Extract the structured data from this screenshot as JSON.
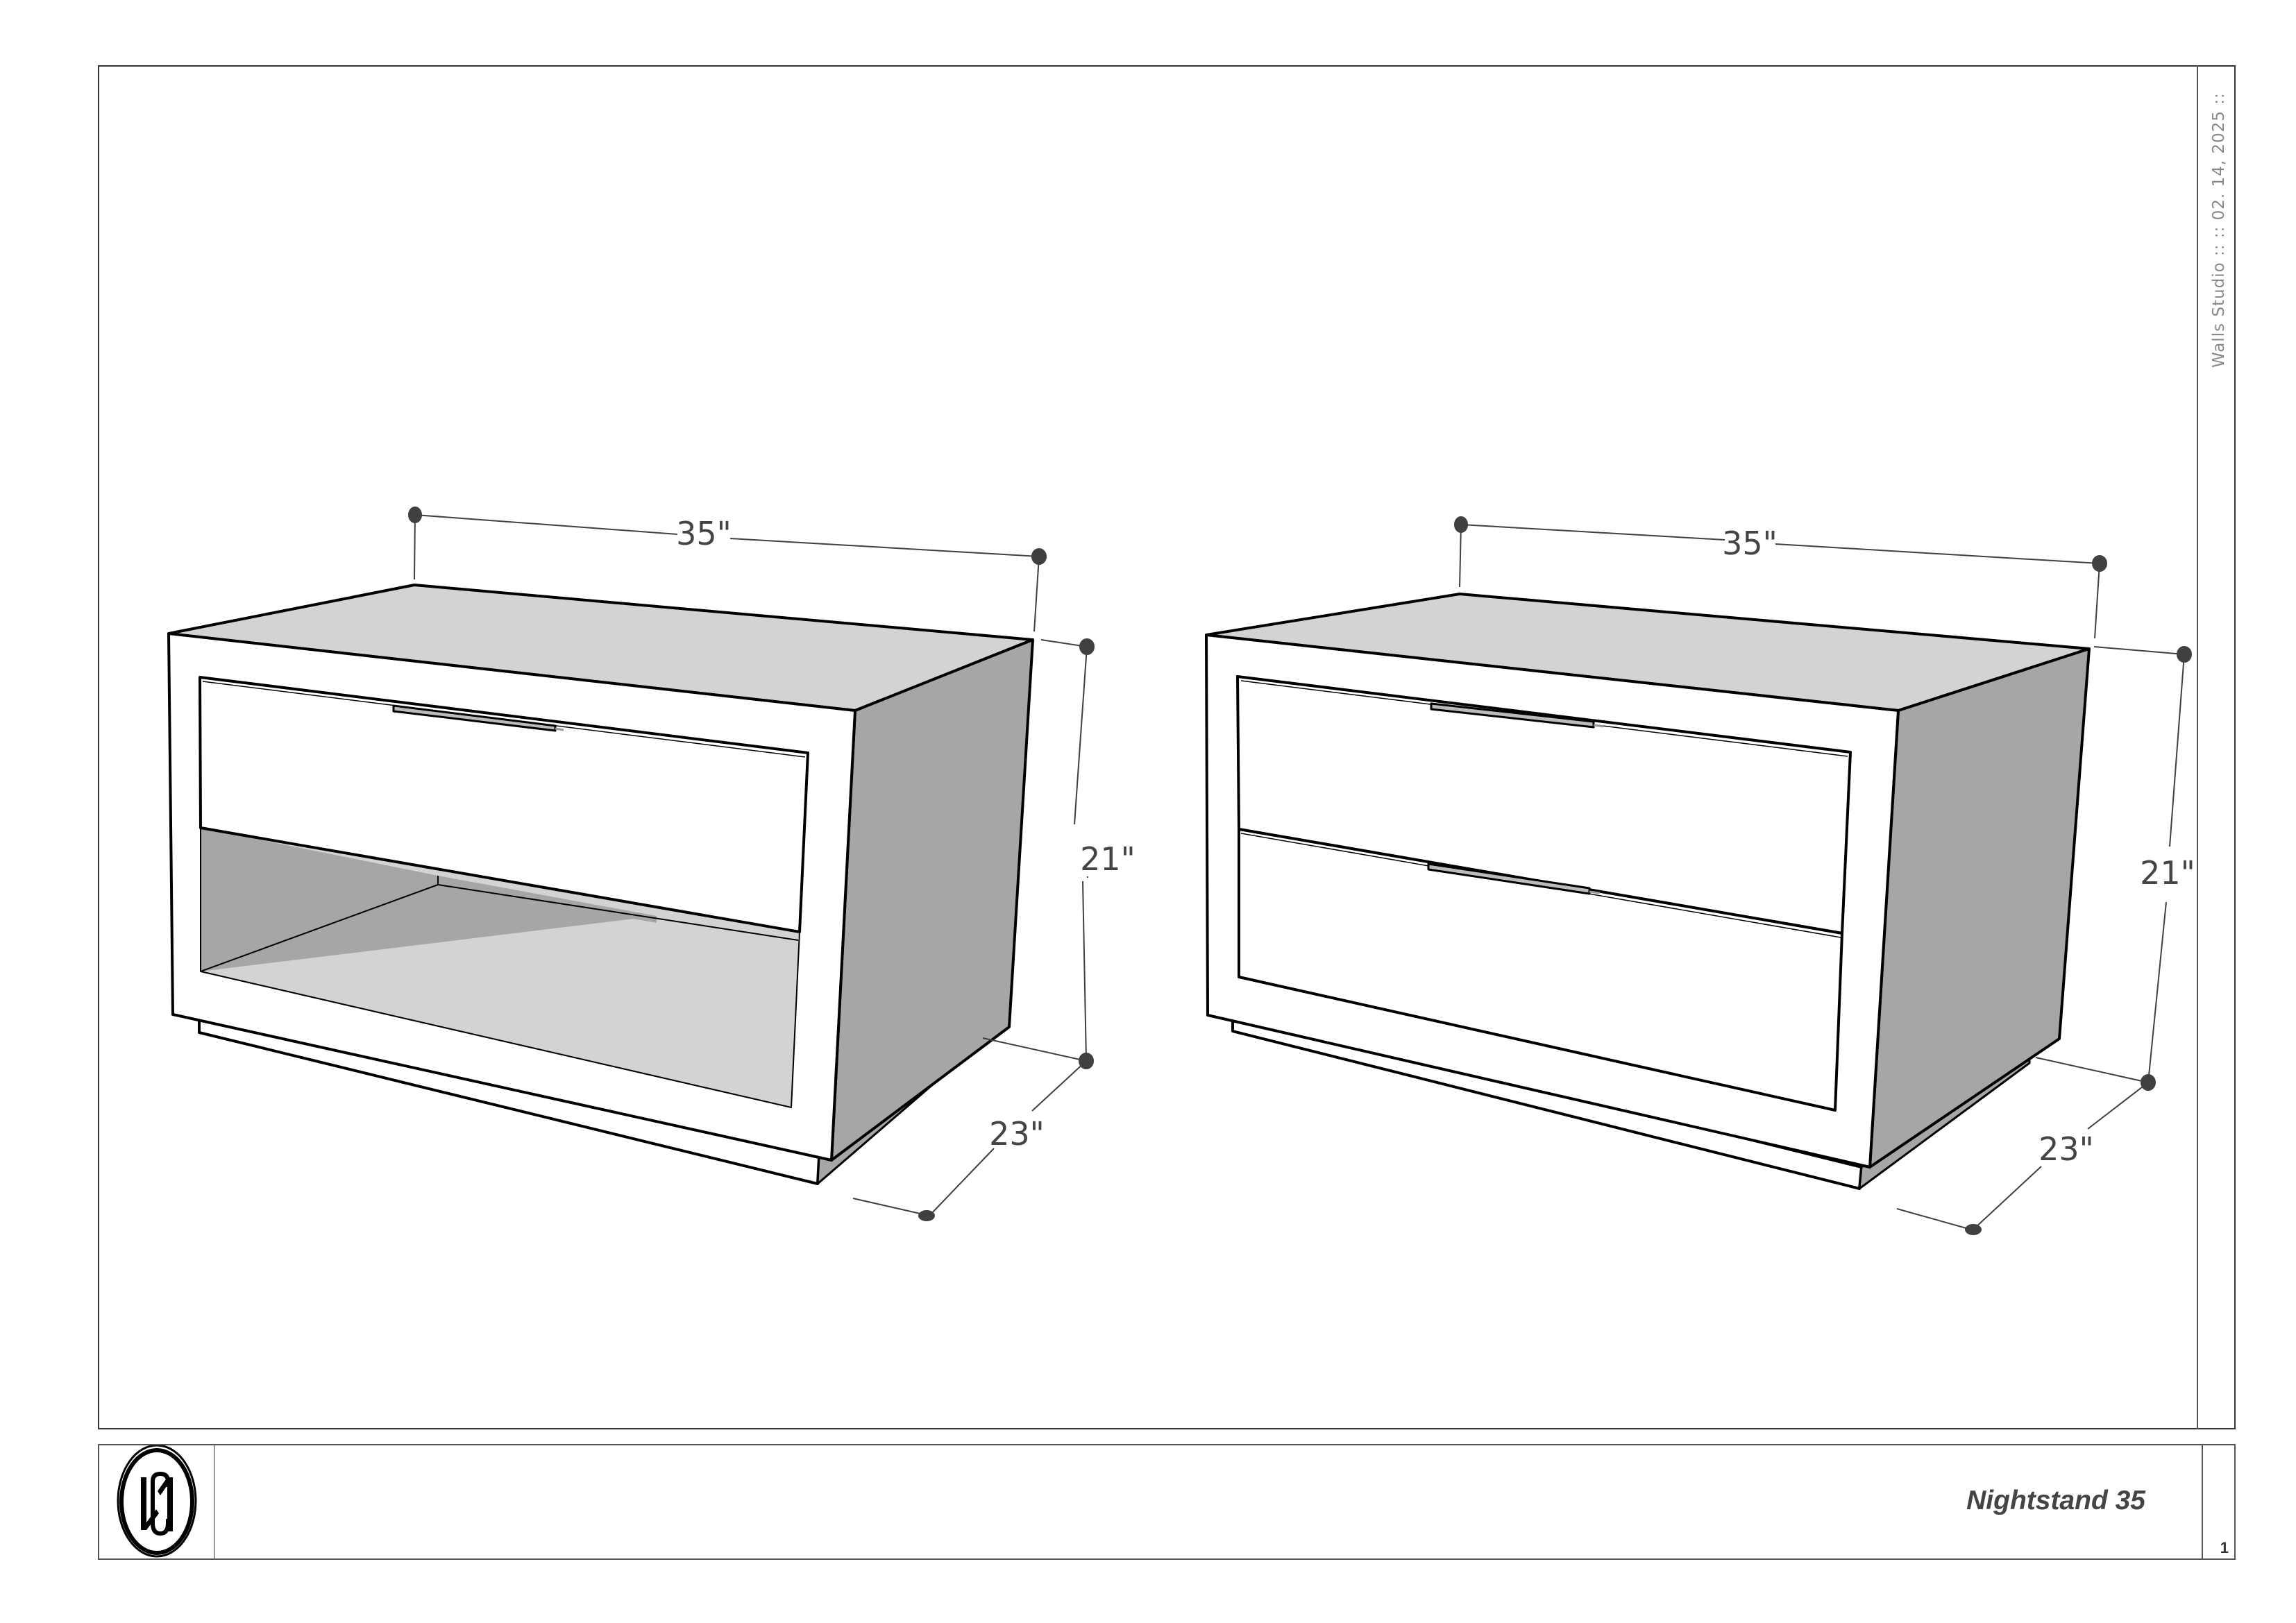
{
  "sheet": {
    "side_label": "Walls Studio  ::   :: 02. 14, 2025 ::",
    "studio": "Walls Studio",
    "date": "02. 14, 2025",
    "title": "Nightstand 35",
    "page_number": "1"
  },
  "logo": {
    "monogram": "WS",
    "icon": "ws-monogram-logo"
  },
  "views": [
    {
      "name": "nightstand-open-shelf",
      "description": "Single drawer with open shelf below",
      "dimensions": {
        "width": "35\"",
        "height": "21\"",
        "depth": "23\""
      },
      "drawers": 1
    },
    {
      "name": "nightstand-two-drawer",
      "description": "Two drawers",
      "dimensions": {
        "width": "35\"",
        "height": "21\"",
        "depth": "23\""
      },
      "drawers": 2
    }
  ],
  "colors": {
    "top_face": "#d3d3d3",
    "side_face": "#a6a6a6",
    "front_face": "#ffffff",
    "outline": "#000000",
    "dimension": "#404040"
  }
}
